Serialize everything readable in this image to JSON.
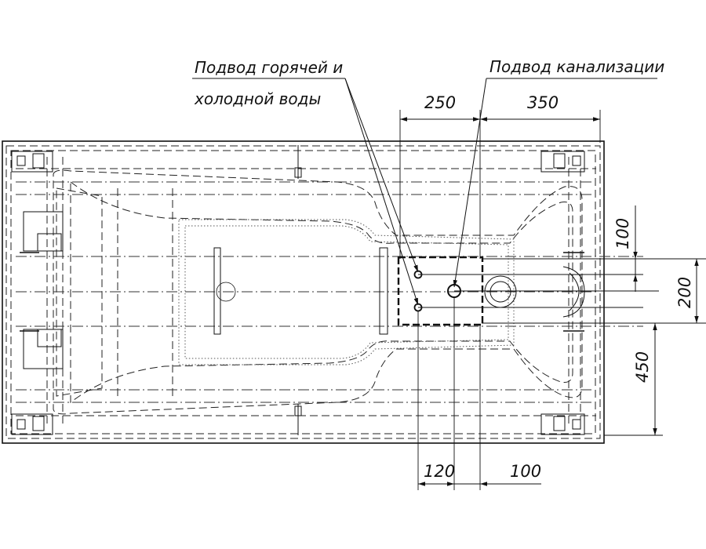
{
  "callouts": {
    "water_supply_line1": "Подвод горячей и",
    "water_supply_line2": "холодной воды",
    "sewer": "Подвод канализации"
  },
  "dimensions": {
    "top_left": "250",
    "top_right": "350",
    "right_upper": "100",
    "right_middle": "200",
    "right_lower": "450",
    "bottom_left": "120",
    "bottom_right": "100"
  }
}
